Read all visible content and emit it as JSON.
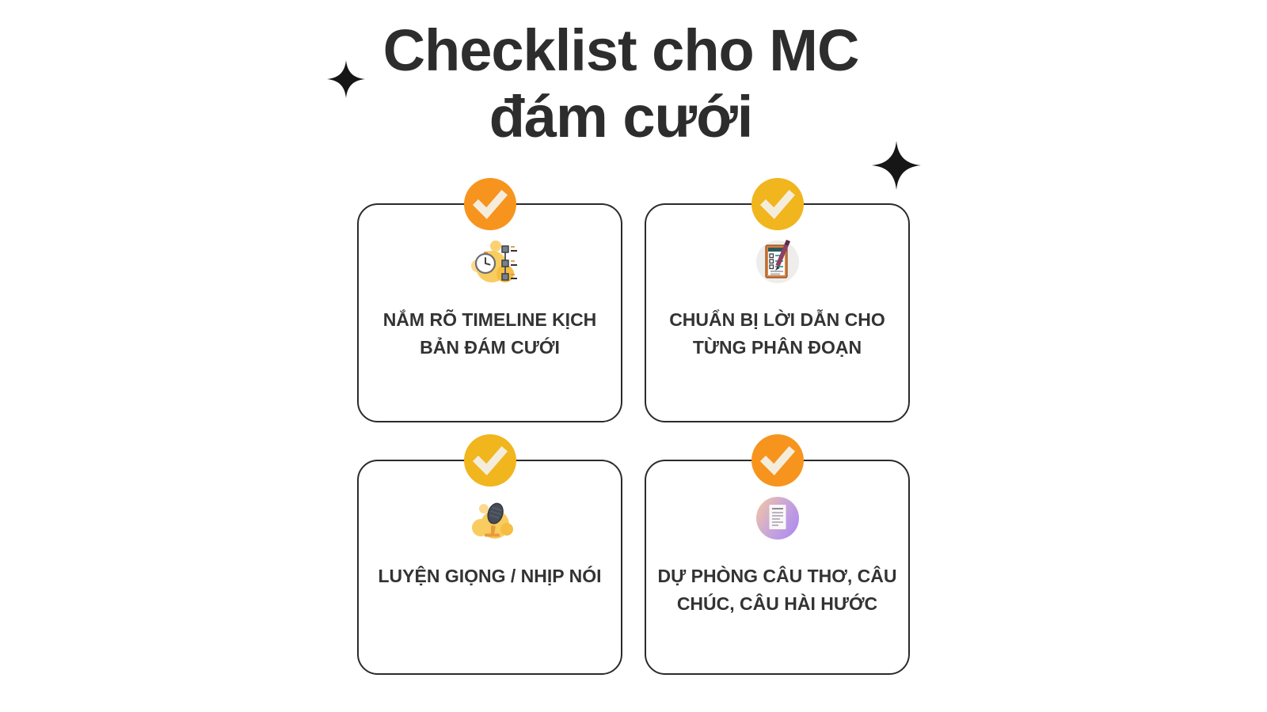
{
  "title": {
    "line1": "Checklist cho MC",
    "line2": "đám cưới"
  },
  "cards": [
    {
      "label": "NẮM RÕ TIMELINE KỊCH BẢN ĐÁM CƯỚI",
      "icon": "timeline-clock-icon",
      "badge_color": "#F7941E"
    },
    {
      "label": "CHUẨN BỊ LỜI DẪN CHO TỪNG PHÂN ĐOẠN",
      "icon": "clipboard-pen-icon",
      "badge_color": "#F1B51D"
    },
    {
      "label": "LUYỆN GIỌNG / NHỊP NÓI",
      "icon": "microphone-icon",
      "badge_color": "#F1B51D"
    },
    {
      "label": "DỰ PHÒNG CÂU THƠ, CÂU CHÚC, CÂU HÀI HƯỚC",
      "icon": "document-icon",
      "badge_color": "#F7941E"
    }
  ],
  "colors": {
    "background": "#ffffff",
    "card_border": "#2b2b2b",
    "title_text": "#2d2d2d",
    "label_text": "#333333",
    "badge_orange": "#F7941E",
    "badge_yellow": "#F1B51D",
    "check_mark": "#F5EDDC",
    "sparkle": "#161616",
    "icon_blob_yellow": "#F8CC5F",
    "icon_circle_gray": "#EFEDEB",
    "doc_gradient_start": "#EFC3A6",
    "doc_gradient_end": "#AE8BEF"
  }
}
